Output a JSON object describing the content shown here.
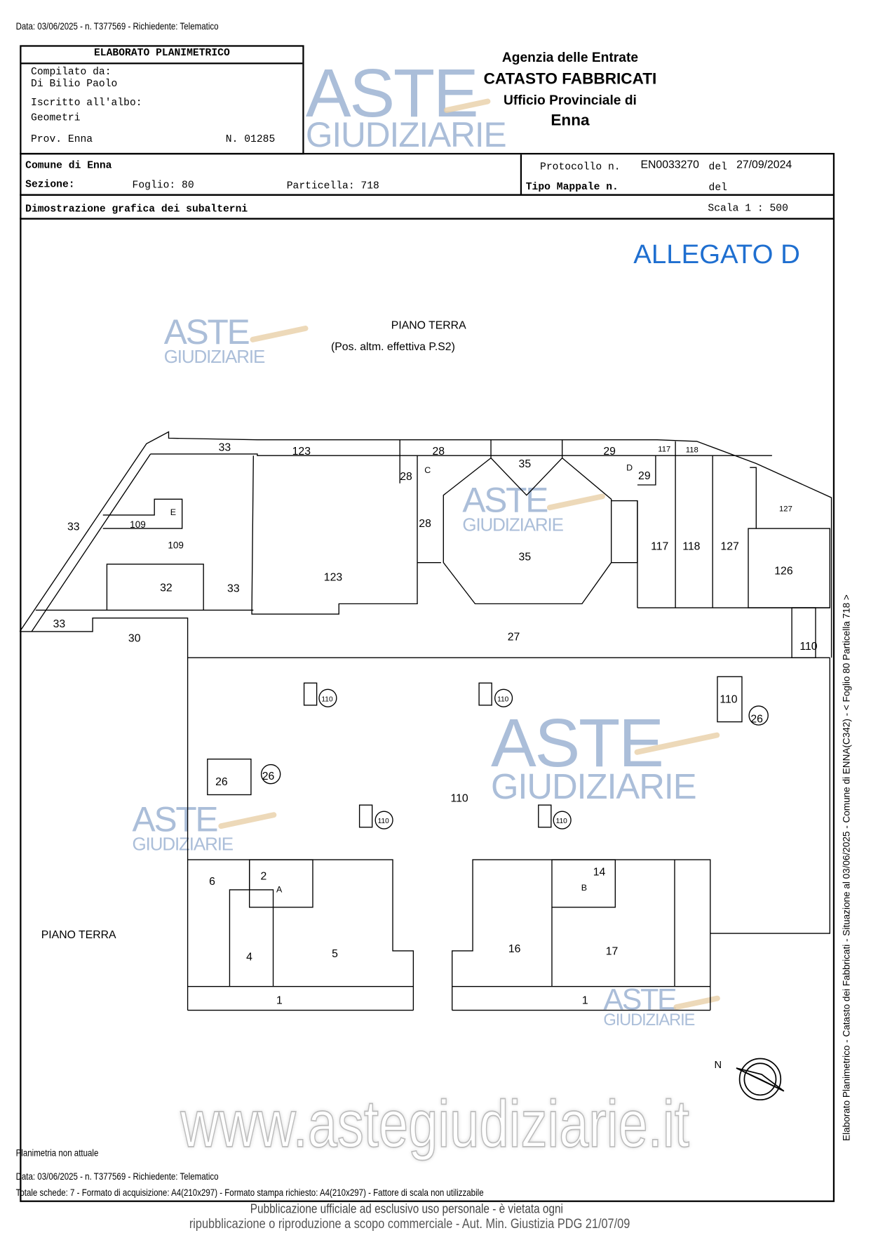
{
  "header_line": "Data: 03/06/2025 - n. T377569 - Richiedente: Telematico",
  "form": {
    "title": "ELABORATO PLANIMETRICO",
    "compilato_label": "Compilato da:",
    "compilato_name": "Di Bilio Paolo",
    "iscritto_label": "Iscritto all'albo:",
    "albo": "Geometri",
    "prov": "Prov. Enna",
    "numero": "N. 01285",
    "comune": "Comune di Enna",
    "sezione": "Sezione:",
    "foglio": "Foglio: 80",
    "particella": "Particella: 718",
    "protocollo_label": "Protocollo n.",
    "protocollo_value": "EN0033270",
    "del_label": "del",
    "protocollo_date": "27/09/2024",
    "tipo_mappale": "Tipo Mappale n.",
    "del_label2": "del",
    "dimostrazione": "Dimostrazione grafica dei subalterni",
    "scala": "Scala 1 : 500"
  },
  "agency": {
    "line1": "Agenzia delle Entrate",
    "line2": "CATASTO FABBRICATI",
    "line3": "Ufficio Provinciale di",
    "line4": "Enna"
  },
  "allegato": "ALLEGATO D",
  "plan": {
    "floor_title": "PIANO TERRA",
    "floor_subtitle": "(Pos. altm. effettiva P.S2)",
    "floor_title_2": "PIANO TERRA",
    "labels": [
      "33",
      "123",
      "28",
      "35",
      "29",
      "117",
      "118",
      "33",
      "109",
      "109",
      "28",
      "28",
      "29",
      "117",
      "118",
      "127",
      "127",
      "126",
      "123",
      "35",
      "32",
      "33",
      "33",
      "30",
      "27",
      "110",
      "110",
      "110",
      "110",
      "26",
      "110",
      "26",
      "26",
      "110",
      "110",
      "6",
      "2",
      "14",
      "4",
      "5",
      "16",
      "17",
      "1",
      "1",
      "A",
      "B",
      "C",
      "D",
      "E"
    ],
    "north": "N"
  },
  "side_text": "Elaborato Planimetrico - Catasto dei Fabbricati - Situazione al 03/06/2025 - Comune di ENNA(C342) - < Foglio 80 Particella 718 >",
  "watermark": {
    "aste": "ASTE",
    "giudiziarie": "GIUDIZIARIE",
    "site": "www.astegiudiziarie.it"
  },
  "footer": {
    "planimetria": "Planimetria non attuale",
    "data_line": "Data: 03/06/2025 - n. T377569 - Richiedente: Telematico",
    "totale": "Totale schede: 7 - Formato di acquisizione: A4(210x297) - Formato stampa richiesto: A4(210x297) - Fattore di scala non utilizzabile",
    "pub1": "Pubblicazione ufficiale ad esclusivo uso personale - è vietata ogni",
    "pub2": "ripubblicazione o riproduzione a scopo commerciale - Aut. Min. Giustizia PDG 21/07/09"
  },
  "colors": {
    "allegato": "#1f6fd0",
    "watermark_blue": "#8fa9cc",
    "watermark_gavel": "#e8cfa8"
  }
}
